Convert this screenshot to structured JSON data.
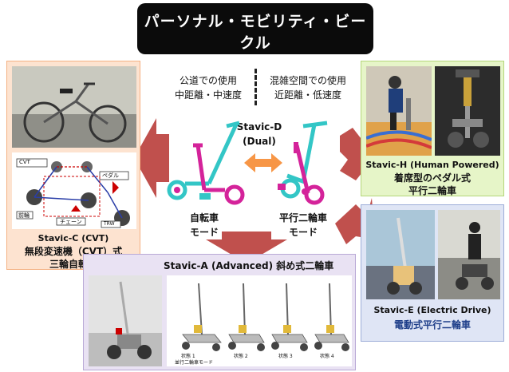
{
  "header": {
    "title": "パーソナル・モビリティ・ビークル",
    "subtitle": "(PMV)"
  },
  "center": {
    "left_usage": "公道での使用",
    "left_speed": "中距離・中速度",
    "right_usage": "混雑空間での使用",
    "right_speed": "近距離・低速度",
    "dual_name": "Stavic-D",
    "dual_sub": "(Dual)",
    "bicycle_mode_1": "自転車",
    "bicycle_mode_2": "モード",
    "parallel_mode_1": "平行二輪車",
    "parallel_mode_2": "モード"
  },
  "stavic_c": {
    "name": "Stavic-C (CVT)",
    "line1": "無段変速機（CVT）式",
    "line2": "三輪自転車",
    "diagram_labels": {
      "cvt": "CVT",
      "pedal": "ペダル",
      "front": "前輪",
      "chain": "チェーン",
      "rear": "TRW"
    }
  },
  "stavic_h": {
    "name": "Stavic-H (Human Powered)",
    "line1": "着席型のペダル式",
    "line2": "平行二輪車"
  },
  "stavic_e": {
    "name": "Stavic-E (Electric Drive)",
    "line1": "電動式平行二輪車"
  },
  "stavic_a": {
    "name": "Stavic-A (Advanced) 斜め式二輪車",
    "states": [
      "状態 1",
      "状態 2",
      "状態 3",
      "状態 4"
    ],
    "mode_note": "並行二輪車モード"
  },
  "colors": {
    "arrow_red": "#c0504d",
    "arrow_orange": "#f79646",
    "cyan_vehicle": "#33c6c6",
    "magenta_vehicle": "#d4239a",
    "panel_c": "#fde3d0",
    "panel_h": "#e6f5c8",
    "panel_e": "#dfe5f5",
    "panel_a": "#e9e2f3"
  }
}
